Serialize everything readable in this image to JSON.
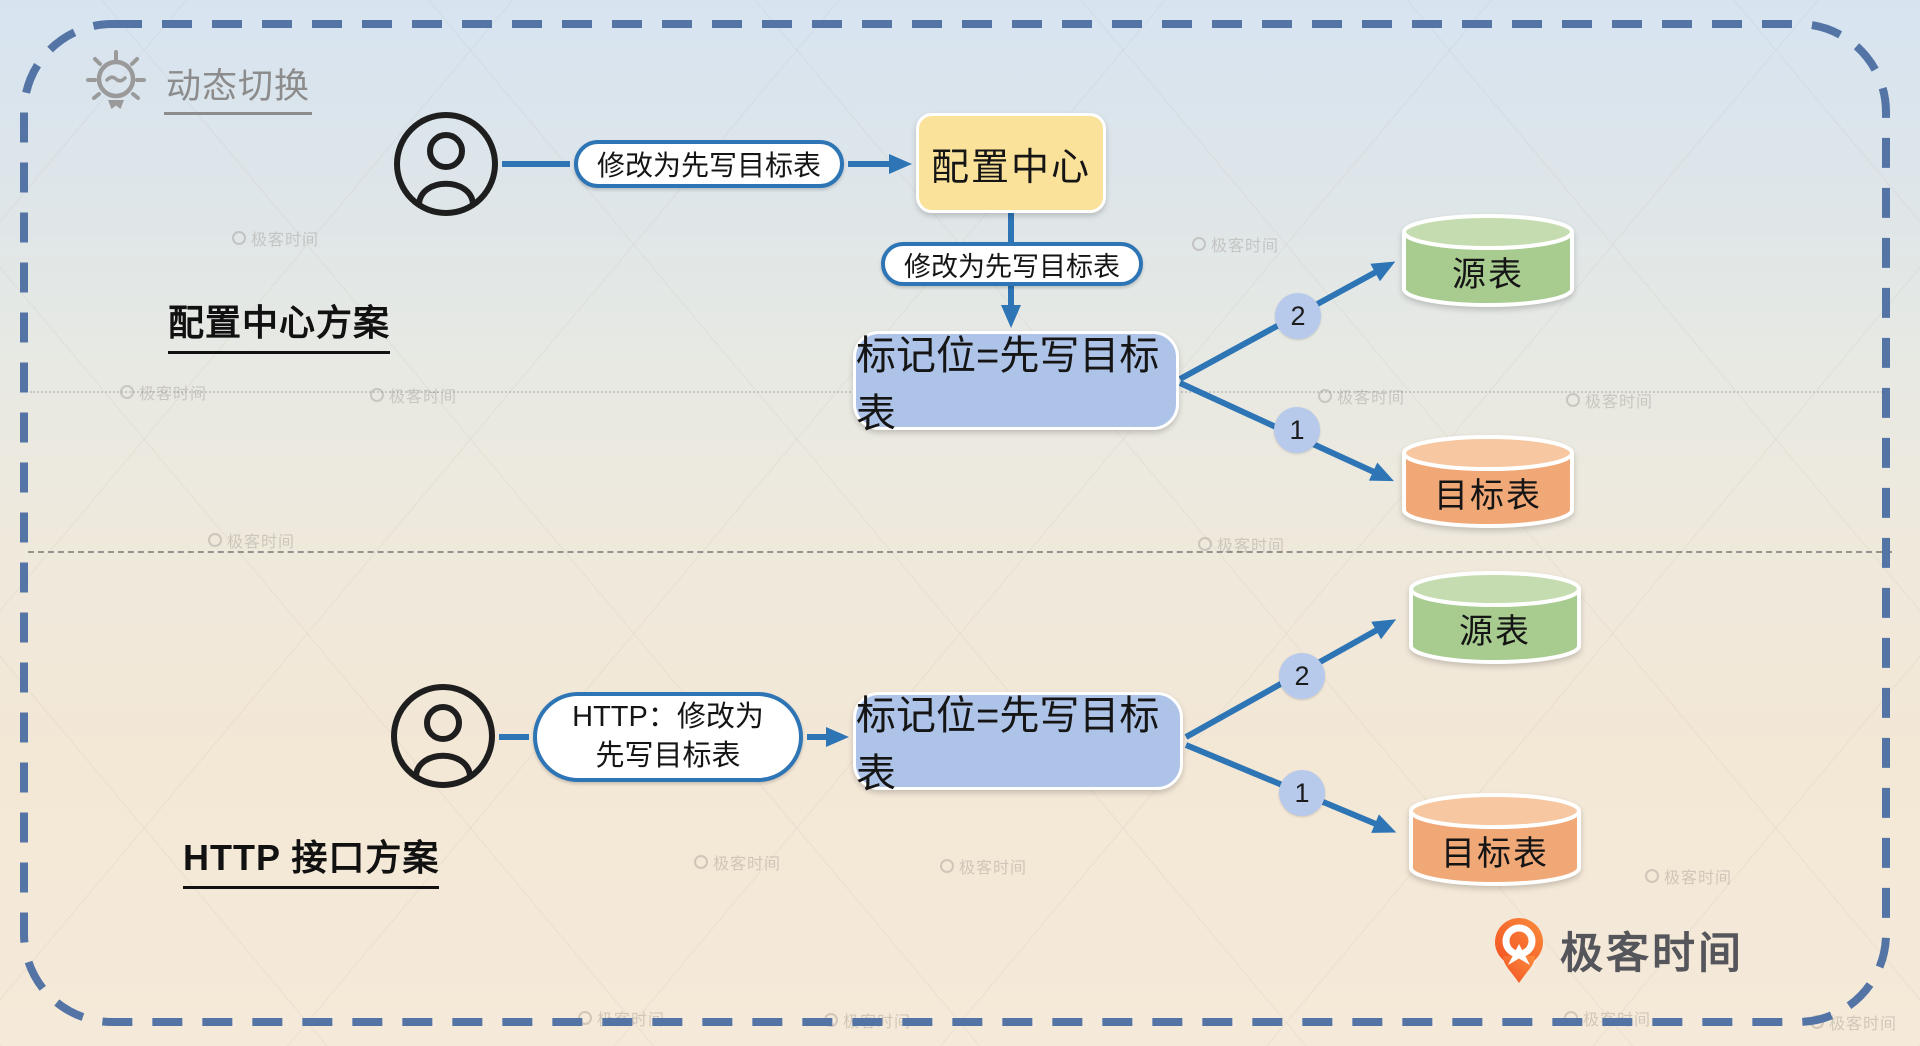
{
  "title": "动态切换",
  "scheme1": {
    "label": "配置中心方案",
    "user_request": "修改为先写目标表",
    "config_center": "配置中心",
    "push_message": "修改为先写目标表",
    "flag_state": "标记位=先写目标表",
    "order_source": "2",
    "order_target": "1",
    "source_table": "源表",
    "target_table": "目标表"
  },
  "scheme2": {
    "label": "HTTP 接口方案",
    "user_request_line1": "HTTP：修改为",
    "user_request_line2": "先写目标表",
    "flag_state": "标记位=先写目标表",
    "order_source": "2",
    "order_target": "1",
    "source_table": "源表",
    "target_table": "目标表"
  },
  "branding": {
    "logo_text": "极客时间",
    "watermark_text": "极客时间"
  },
  "colors": {
    "arrow_blue": "#2E75B6",
    "config_box_fill": "#FBE29B",
    "flag_box_fill": "#AEC3E8",
    "order_circle_fill": "#B7CAEC",
    "source_cylinder_fill": "#A8CB8F",
    "source_cylinder_top": "#C4DCAF",
    "target_cylinder_fill": "#F1A877",
    "target_cylinder_top": "#F6C7A1",
    "outer_border": "#5474A6",
    "logo_orange": "#F5642D"
  }
}
